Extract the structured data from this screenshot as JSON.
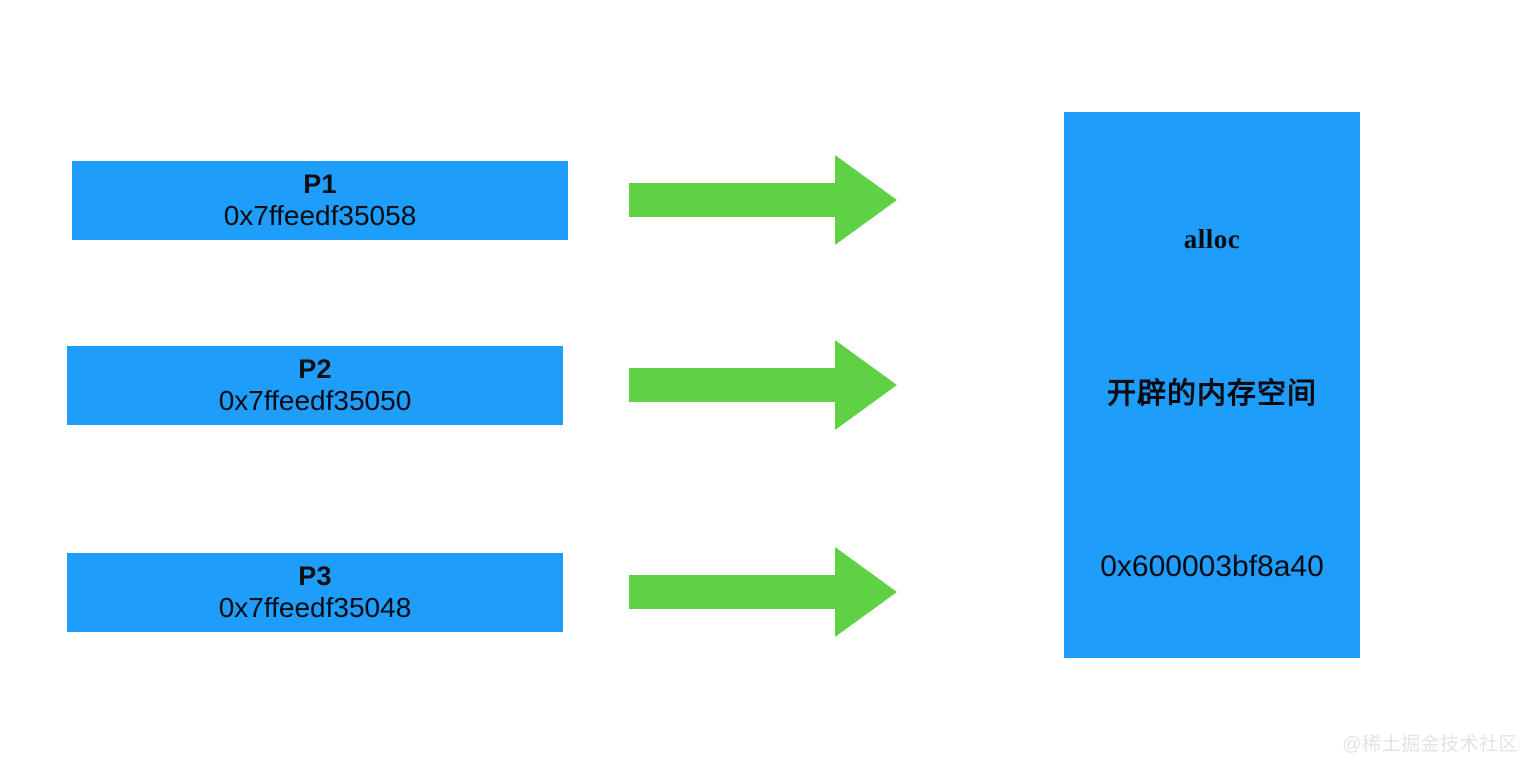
{
  "diagram": {
    "title": "alloc memory allocation pointer diagram",
    "colors": {
      "box_blue": "#1E9EFA",
      "arrow_green": "#5FD144",
      "text_black": "#0a0a12",
      "background": "#ffffff",
      "watermark_gray": "#e3e3e3"
    },
    "pointers": [
      {
        "name": "P1",
        "address": "0x7ffeedf35058"
      },
      {
        "name": "P2",
        "address": "0x7ffeedf35050"
      },
      {
        "name": "P3",
        "address": "0x7ffeedf35048"
      }
    ],
    "arrows": [
      {
        "icon": "right-block-arrow",
        "from": "P1",
        "to": "memory-block"
      },
      {
        "icon": "right-block-arrow",
        "from": "P2",
        "to": "memory-block"
      },
      {
        "icon": "right-block-arrow",
        "from": "P3",
        "to": "memory-block"
      }
    ],
    "memory_block": {
      "alloc_label": "alloc",
      "description": "开辟的内存空间",
      "address": "0x600003bf8a40"
    },
    "watermark": "@稀土掘金技术社区"
  }
}
